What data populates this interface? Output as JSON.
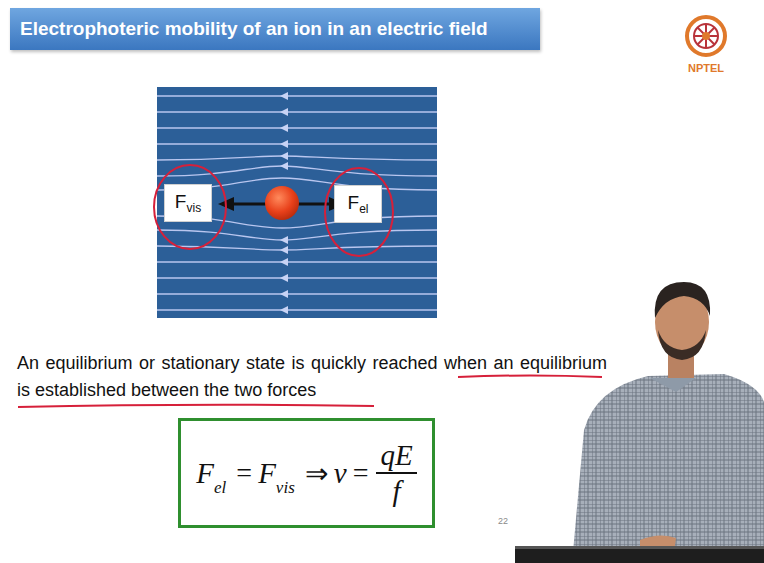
{
  "diagram": {
    "title": "Electrophoteric mobility of an ion in an electric field",
    "nodes": [
      {
        "text": [
          "F",
          "vis"
        ]
      },
      {
        "text": [
          "F",
          "el"
        ]
      },
      {
        "text": [
          "F",
          "el",
          "=",
          "F",
          "vis",
          "⇒",
          "v",
          "=",
          "qE",
          "f"
        ]
      }
    ],
    "labels": [
      "NPTEL",
      "An equilibrium or stationary state is quickly reached when an equilibrium is established between the two forces",
      "22"
    ]
  }
}
